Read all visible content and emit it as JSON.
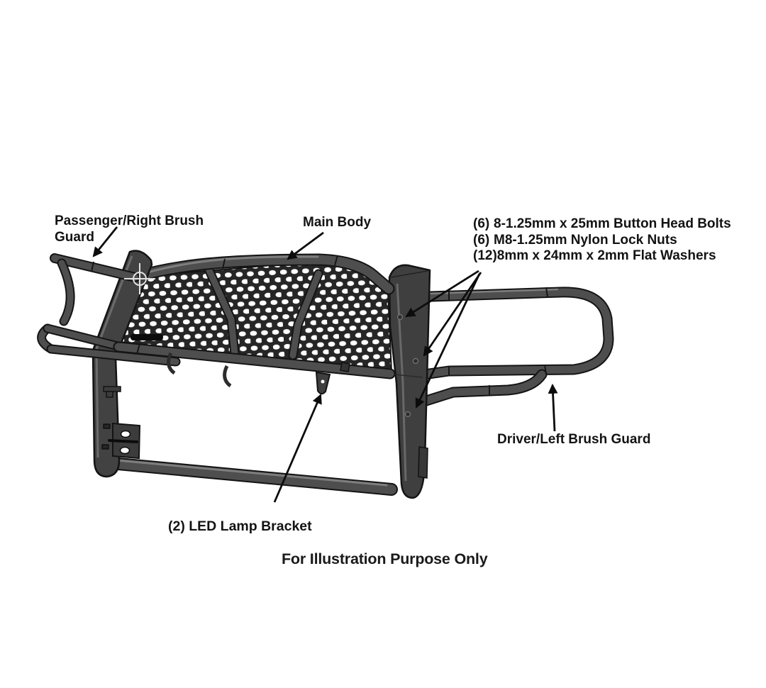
{
  "labels": {
    "passenger": "Passenger/Right Brush Guard",
    "main_body": "Main Body",
    "driver": "Driver/Left Brush Guard",
    "led": "(2) LED Lamp Bracket",
    "footer": "For Illustration Purpose Only"
  },
  "hardware": {
    "items": [
      {
        "qty": "(6)",
        "desc": "8-1.25mm x 25mm Button Head Bolts"
      },
      {
        "qty": "(6)",
        "desc": "M8-1.25mm Nylon Lock Nuts"
      },
      {
        "qty": "(12)",
        "desc": "8mm x 24mm x 2mm Flat Washers"
      }
    ]
  },
  "colors": {
    "background": "#ffffff",
    "ink": "#131313",
    "tube_fill": "#4e4e4e",
    "tube_outline": "#141414",
    "tube_highlight": "#7e7e7e",
    "mesh_background": "#262626",
    "mesh_hole": "#ffffff",
    "arrow": "#0c0c0c"
  }
}
